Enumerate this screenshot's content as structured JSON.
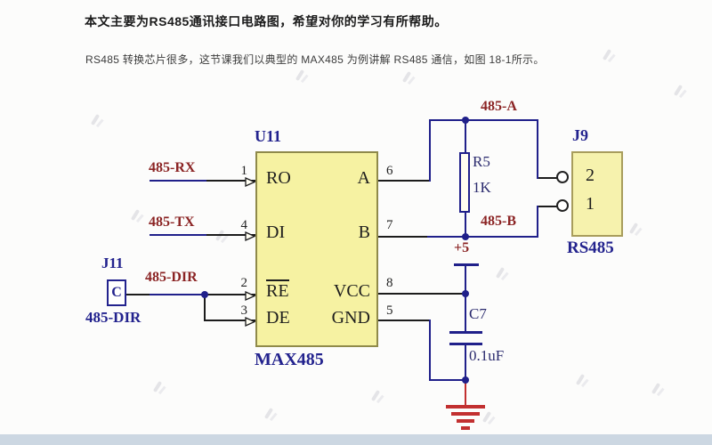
{
  "page": {
    "background": "#fcfcfb",
    "bottom_bar_color": "#ccd7e2"
  },
  "intro": {
    "line1": "本文主要为RS485通讯接口电路图，希望对你的学习有所帮助。",
    "line2": "RS485 转换芯片很多，这节课我们以典型的 MAX485 为例讲解 RS485 通信，如图 18-1所示。"
  },
  "schematic": {
    "ic": {
      "designator": "U11",
      "part": "MAX485",
      "left_pins": [
        {
          "number": "1",
          "name": "RO"
        },
        {
          "number": "4",
          "name": "DI"
        },
        {
          "number": "2",
          "name": "RE"
        },
        {
          "number": "3",
          "name": "DE"
        }
      ],
      "right_pins": [
        {
          "number": "6",
          "name": "A"
        },
        {
          "number": "7",
          "name": "B"
        },
        {
          "number": "8",
          "name": "VCC"
        },
        {
          "number": "5",
          "name": "GND"
        }
      ]
    },
    "net_labels": {
      "rx": "485-RX",
      "tx": "485-TX",
      "dir": "485-DIR",
      "a": "485-A",
      "b": "485-B",
      "power": "+5"
    },
    "resistor": {
      "designator": "R5",
      "value": "1K"
    },
    "capacitor": {
      "designator": "C7",
      "value": "0.1uF"
    },
    "j9": {
      "designator": "J9",
      "label": "RS485",
      "pin_top": "2",
      "pin_bottom": "1"
    },
    "j11": {
      "designator": "J11",
      "label": "485-DIR",
      "symbol": "C"
    },
    "colors": {
      "wire_blue": "#20208a",
      "wire_black": "#1c1c1c",
      "net_label_red": "#8b2424",
      "designator_blue": "#23238e",
      "ic_fill": "#f6f2a2",
      "ground_red": "#c23030"
    }
  }
}
